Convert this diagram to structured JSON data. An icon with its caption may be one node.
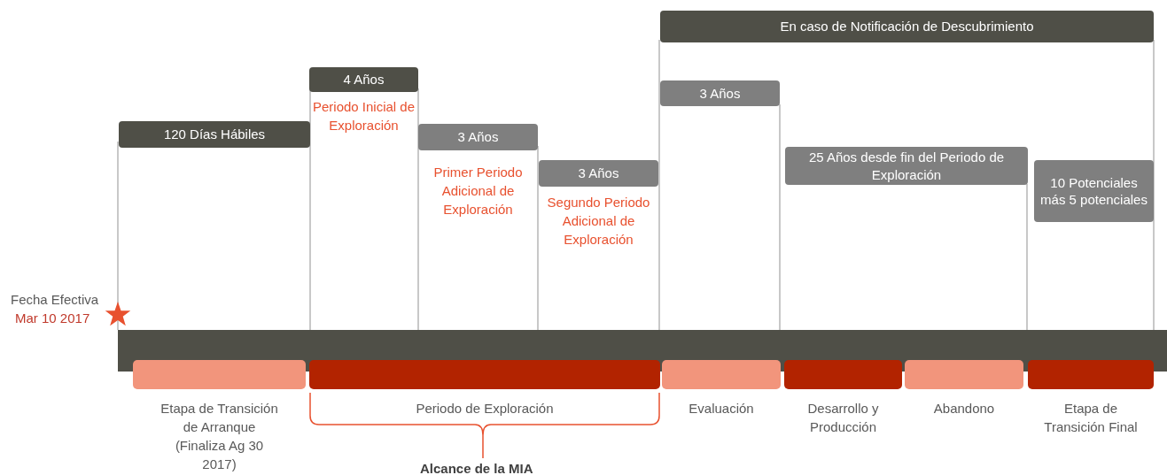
{
  "diagram": {
    "nodes": [
      {
        "text": [
          "En caso de Notificación de Descubrimiento"
        ]
      },
      {
        "text": [
          "120 Días Hábiles"
        ]
      },
      {
        "text": [
          "4 Años"
        ],
        "beside": [
          "Periodo Inicial de Exploración"
        ]
      },
      {
        "text": [
          "3 Años"
        ],
        "beside": [
          "Primer Periodo Adicional de Exploración"
        ]
      },
      {
        "text": [
          "3 Años"
        ],
        "beside": [
          "Segundo Periodo Adicional de Exploración"
        ]
      },
      {
        "text": [
          "3 Años"
        ]
      },
      {
        "text": [
          "25 Años desde fin del Periodo de Exploración"
        ]
      },
      {
        "text": [
          "10 Potenciales más 5 potenciales"
        ]
      },
      {
        "text": [
          "Etapa de Transición de Arranque (Finaliza Ag 30 2017)"
        ]
      },
      {
        "text": [
          "Periodo de Exploración"
        ]
      },
      {
        "text": [
          "Evaluación"
        ]
      },
      {
        "text": [
          "Desarrollo y Producción"
        ]
      },
      {
        "text": [
          "Abandono"
        ]
      },
      {
        "text": [
          "Etapa de Transición Final"
        ]
      },
      {
        "text": [],
        "shape": "bar"
      }
    ],
    "labels": [
      "Fecha Efectiva",
      "Mar 10 2017",
      "Alcance de la MIA"
    ]
  }
}
